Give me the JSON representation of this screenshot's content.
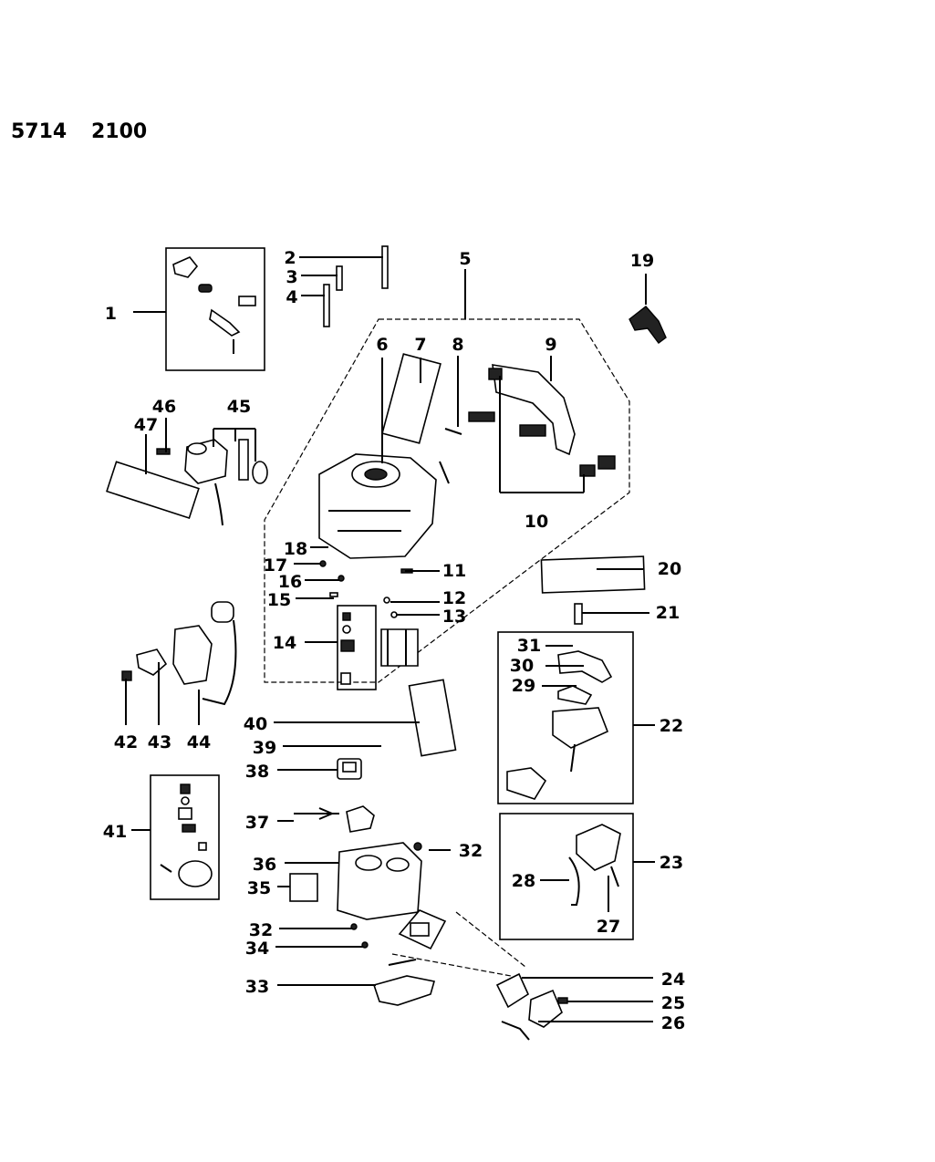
{
  "header": {
    "code_a": "5714",
    "code_b": "2100"
  },
  "callouts": [
    "1",
    "2",
    "3",
    "4",
    "5",
    "6",
    "7",
    "8",
    "9",
    "10",
    "11",
    "12",
    "13",
    "14",
    "15",
    "16",
    "17",
    "18",
    "19",
    "20",
    "21",
    "22",
    "23",
    "24",
    "25",
    "26",
    "27",
    "28",
    "29",
    "30",
    "31",
    "32",
    "32",
    "33",
    "34",
    "35",
    "36",
    "37",
    "38",
    "39",
    "40",
    "41",
    "42",
    "43",
    "44",
    "45",
    "46",
    "47"
  ]
}
